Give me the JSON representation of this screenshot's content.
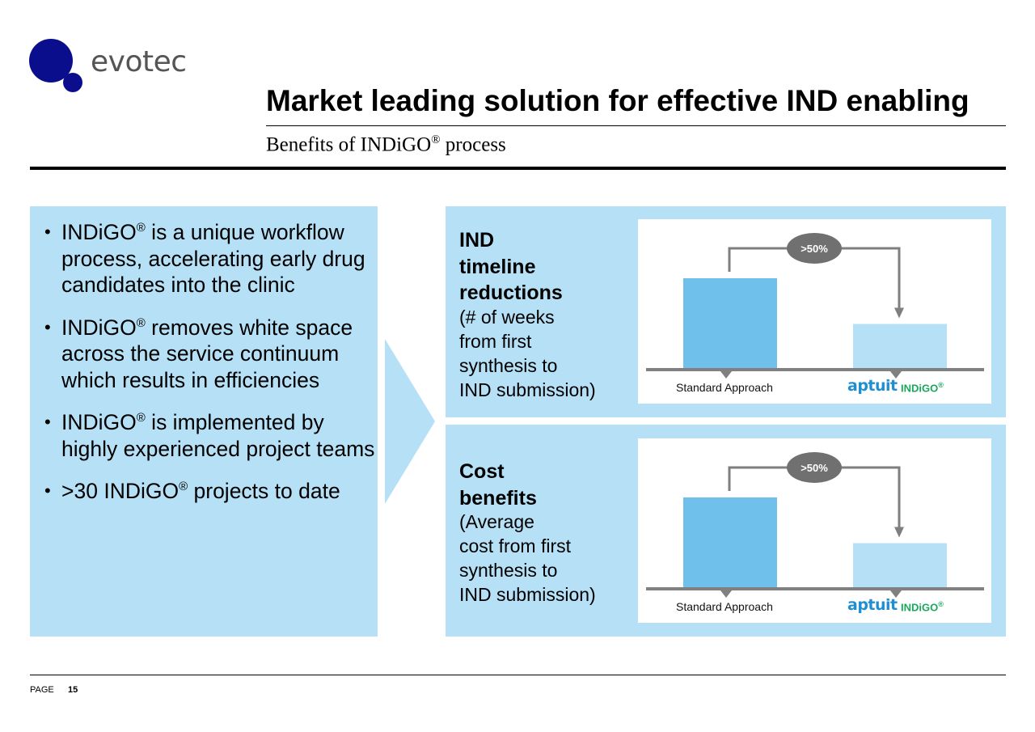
{
  "header": {
    "logo_text": "evotec",
    "title": "Market leading solution for effective IND enabling",
    "subtitle": "Benefits of INDiGO",
    "subtitle_reg": "®",
    "subtitle_suffix": " process"
  },
  "left": {
    "bullets": [
      {
        "pre": "",
        "brand": "INDiGO",
        "reg": "®",
        "text": " is a unique workflow process, accelerating early drug candidates into the clinic"
      },
      {
        "pre": "",
        "brand": "INDiGO",
        "reg": "®",
        "text": " removes white space across the service continuum which results in efficiencies"
      },
      {
        "pre": "",
        "brand": "INDiGO",
        "reg": "®",
        "text": " is implemented by highly experienced project teams"
      },
      {
        "pre": ">30 ",
        "brand": "INDiGO",
        "reg": "®",
        "text": " projects to date"
      }
    ]
  },
  "panels": {
    "timeline": {
      "heading_lines": [
        "IND",
        "timeline",
        "reductions"
      ],
      "sub_lines": [
        "(# of weeks",
        "from first",
        "synthesis to",
        "IND submission)"
      ]
    },
    "cost": {
      "heading_lines": [
        "Cost",
        "benefits"
      ],
      "sub_lines": [
        "(Average",
        "cost from first",
        "synthesis to",
        "IND submission)"
      ]
    }
  },
  "chart_data": [
    {
      "type": "bar",
      "categories": [
        "Standard Approach",
        "INDiGO®"
      ],
      "values": [
        1.0,
        0.5
      ],
      "annotation": ">50%",
      "category_logo_text": "aptuit",
      "category_label_2_reg": "®",
      "colors": [
        "#6fc0ea",
        "#b5e0f5"
      ]
    },
    {
      "type": "bar",
      "categories": [
        "Standard Approach",
        "INDiGO®"
      ],
      "values": [
        1.0,
        0.5
      ],
      "annotation": ">50%",
      "category_logo_text": "aptuit",
      "category_label_2_reg": "®",
      "colors": [
        "#6fc0ea",
        "#b5e0f5"
      ]
    }
  ],
  "category_label_2": "INDiGO",
  "footer": {
    "page_label": "PAGE",
    "page_number": "15"
  },
  "colors": {
    "panel": "#b5e0f5",
    "bar_standard": "#6fc0ea",
    "bar_indigo": "#b5e0f5",
    "logo_blue": "#0a0e8c",
    "indigo_green": "#19a85a",
    "aptuit_blue": "#1f8fd1",
    "connector_gray": "#7f7f7f"
  }
}
